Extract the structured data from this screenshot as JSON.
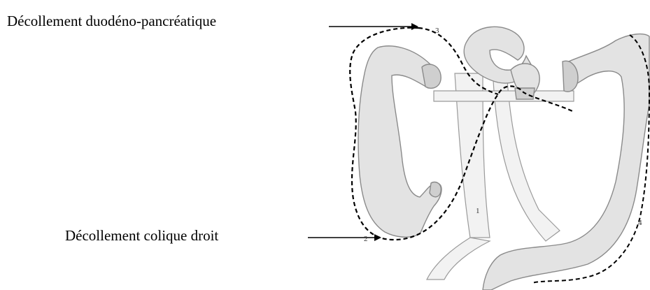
{
  "labels": {
    "top": "Décollement duodéno-pancréatique",
    "bottom": "Décollement colique droit"
  },
  "markers": {
    "m1": "1",
    "m2": "2",
    "m3": "3",
    "m4": "4"
  },
  "colors": {
    "ink": "#000000",
    "organ_fill": "#e3e3e3",
    "organ_stroke": "#8a8a8a"
  }
}
